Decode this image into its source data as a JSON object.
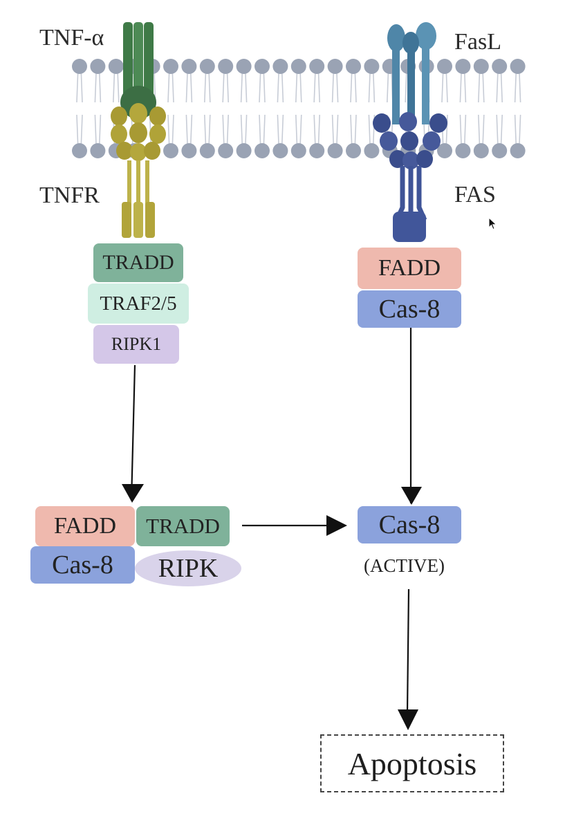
{
  "labels": {
    "tnf_alpha": "TNF-α",
    "fasl": "FasL",
    "tnfr": "TNFR",
    "fas": "FAS"
  },
  "left_complex": {
    "tradd": "TRADD",
    "traf": "TRAF2/5",
    "ripk1": "RIPK1"
  },
  "right_complex": {
    "fadd": "FADD",
    "cas8": "Cas-8"
  },
  "bottom_left_complex": {
    "fadd": "FADD",
    "tradd": "TRADD",
    "cas8": "Cas-8",
    "ripk": "RIPK"
  },
  "active_node": {
    "cas8": "Cas-8",
    "status": "(ACTIVE)"
  },
  "outcome": {
    "label": "Apoptosis"
  },
  "colors": {
    "membrane_head": "#9aa3b4",
    "tnf_ligand": "#3f7a47",
    "tnfr_receptor": "#a8a23a",
    "fasl_ligand": "#4f86a8",
    "fas_receptor": "#41569a",
    "tradd": "#7fb29a",
    "traf": "#cfeee2",
    "ripk1": "#d4c7e8",
    "fadd": "#efb9ae",
    "cas8": "#8ba2dc",
    "ripk": "#d9d3ea"
  }
}
